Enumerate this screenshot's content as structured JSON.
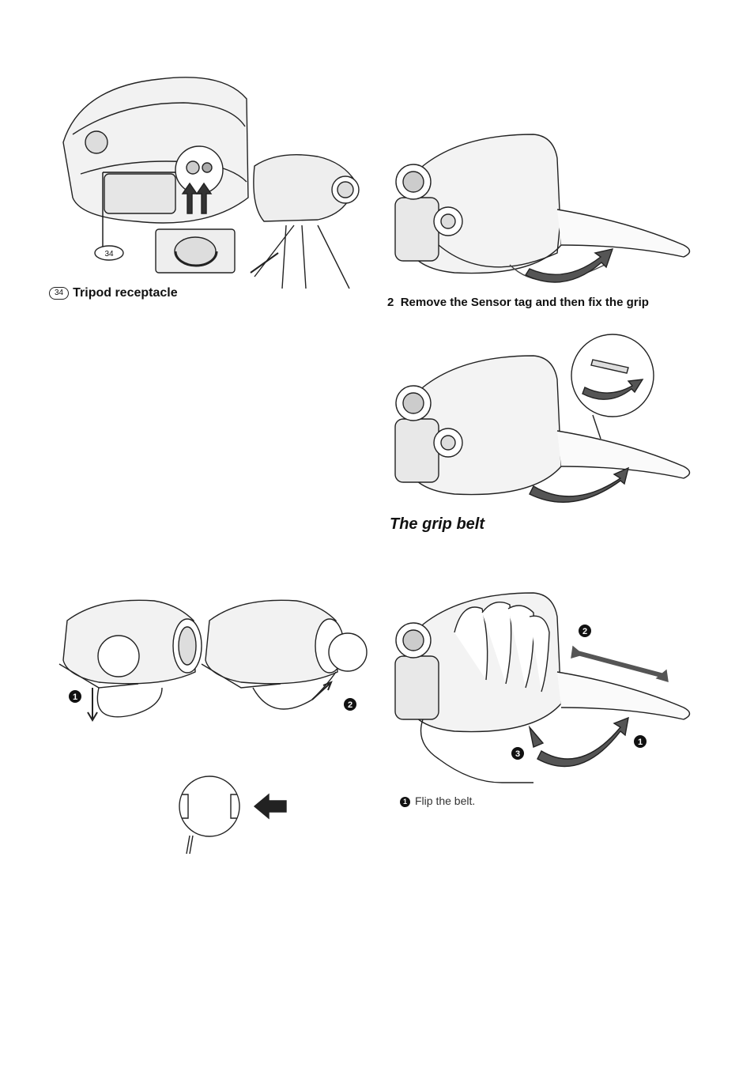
{
  "tripod": {
    "badge": "34",
    "label": "Tripod receptacle",
    "callout": "34"
  },
  "sensor_step": {
    "number": "2",
    "text": "Remove the Sensor tag and then fix the grip"
  },
  "grip_belt": {
    "heading": "The grip belt",
    "steps": [
      {
        "marker": "1",
        "text": "Flip the belt."
      }
    ],
    "markers": [
      "1",
      "2",
      "3"
    ]
  },
  "lens_cap": {
    "markers": [
      "1",
      "2"
    ]
  }
}
